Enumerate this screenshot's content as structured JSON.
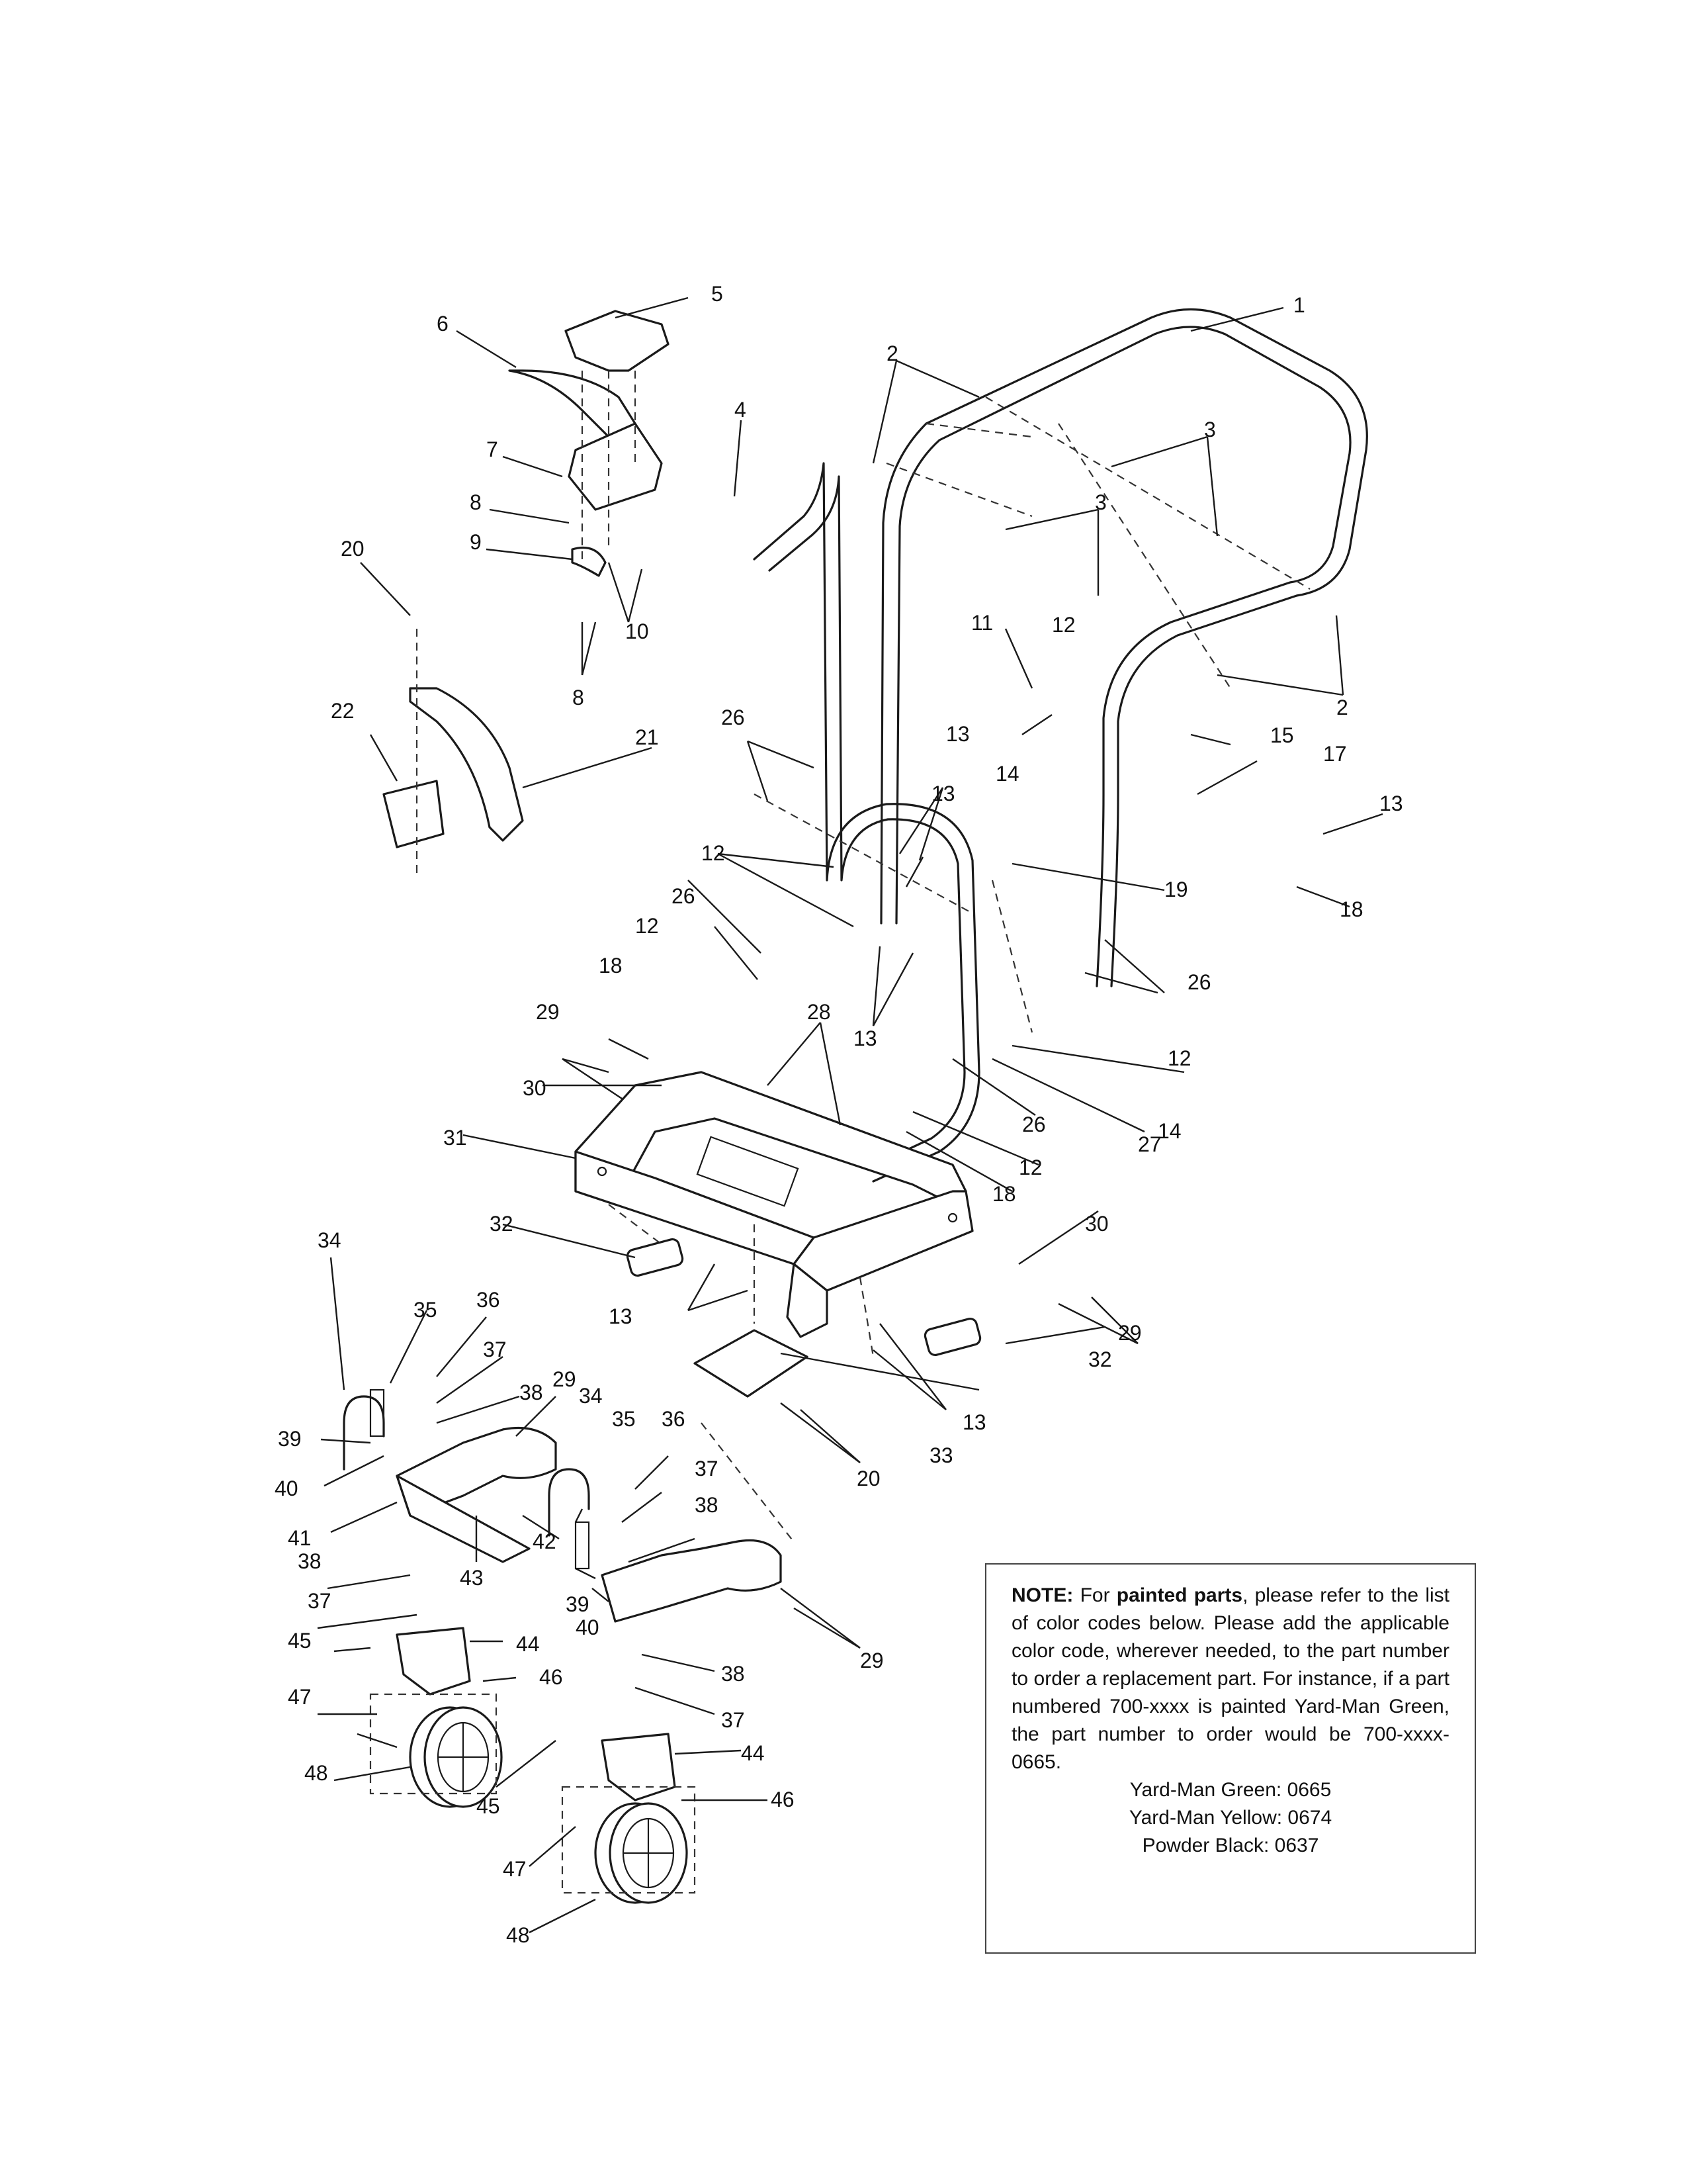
{
  "callouts": [
    "1",
    "2",
    "3",
    "4",
    "5",
    "6",
    "7",
    "8",
    "9",
    "10",
    "11",
    "12",
    "13",
    "14",
    "15",
    "17",
    "18",
    "19",
    "20",
    "21",
    "22",
    "26",
    "27",
    "28",
    "29",
    "30",
    "31",
    "32",
    "33",
    "34",
    "35",
    "36",
    "37",
    "38",
    "39",
    "40",
    "41",
    "42",
    "43",
    "44",
    "45",
    "46",
    "47",
    "48"
  ],
  "note": {
    "label": "NOTE:",
    "intro": "For",
    "emphasis": "painted parts",
    "body": ", please refer to the list of color codes below.  Please add the applicable color code, wherever needed, to the part number to order a replacement part.  For instance, if a part numbered 700-xxxx is painted Yard-Man Green, the part number to order would be 700-xxxx-0665.",
    "color_codes": [
      "Yard-Man Green: 0665",
      "Yard-Man Yellow: 0674",
      "Powder Black: 0637"
    ]
  }
}
